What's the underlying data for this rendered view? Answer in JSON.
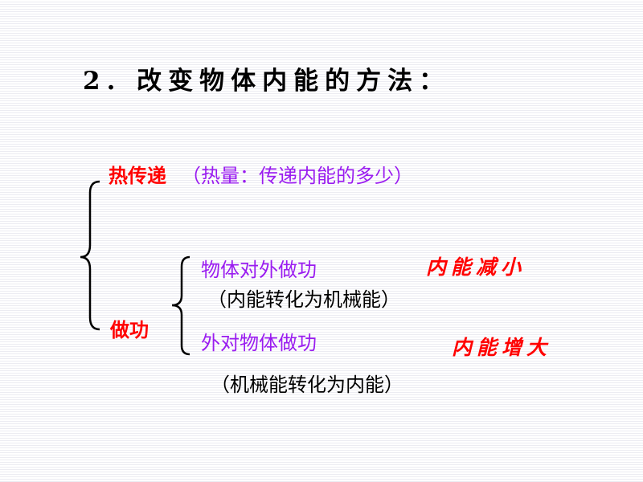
{
  "title": "2. 改变物体内能的方法：",
  "heat_transfer": {
    "label": "热传递",
    "note": "（热量：传递内能的多少）"
  },
  "work": {
    "label": "做功",
    "items": [
      {
        "label": "物体对外做功",
        "explanation": "（内能转化为机械能）",
        "result": "内能减小"
      },
      {
        "label": "外对物体做功",
        "explanation": "（机械能转化为内能）",
        "result": "内能增大"
      }
    ]
  },
  "colors": {
    "red": "#ff0000",
    "purple": "#9a1cf0",
    "black": "#000000"
  }
}
